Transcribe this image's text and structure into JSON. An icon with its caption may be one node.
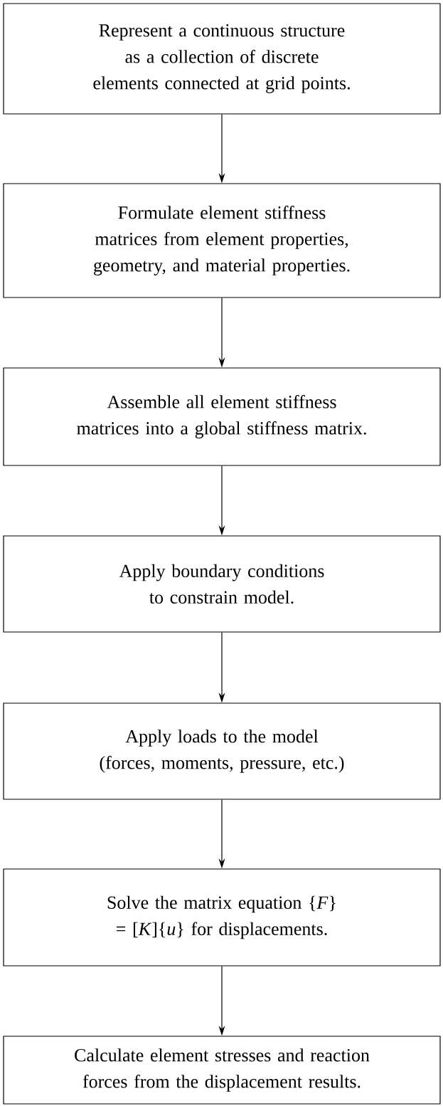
{
  "diagram": {
    "nodes": [
      {
        "text": [
          "Represent a continuous structure as a collection of discrete elements connected at grid points."
        ]
      },
      {
        "text": [
          "Formulate element stiffness matrices from element properties, geometry, and material properties."
        ]
      },
      {
        "text": [
          "Assemble all element stiffness matrices into a global stiffness matrix."
        ]
      },
      {
        "text": [
          "Apply boundary conditions to constrain model."
        ]
      },
      {
        "text": [
          "Apply loads to the model (forces, moments, pressure, etc.)"
        ]
      },
      {
        "text": [
          "Solve the matrix equation {*F*} = [*K*]{*u*} for displacements."
        ]
      },
      {
        "text": [
          "Calculate element stresses and reaction forces from the displacement results."
        ]
      }
    ],
    "edges": [
      {
        "from": 0,
        "to": 1,
        "arrow": "to"
      },
      {
        "from": 1,
        "to": 2,
        "arrow": "to"
      },
      {
        "from": 2,
        "to": 3,
        "arrow": "to"
      },
      {
        "from": 3,
        "to": 4,
        "arrow": "to"
      },
      {
        "from": 4,
        "to": 5,
        "arrow": "to"
      },
      {
        "from": 5,
        "to": 6,
        "arrow": "to"
      }
    ]
  }
}
